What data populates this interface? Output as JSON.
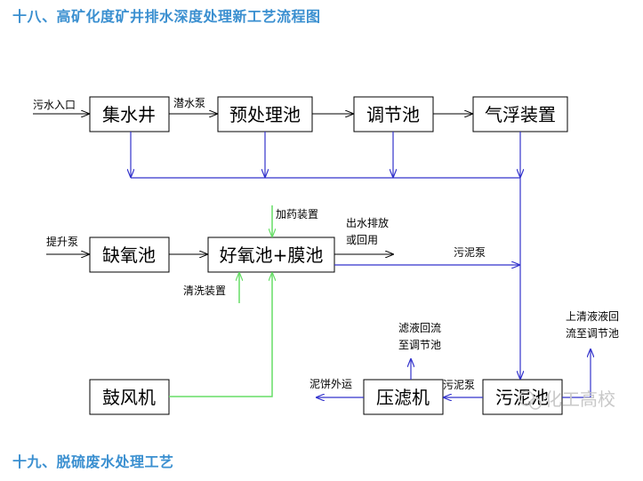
{
  "headings": {
    "section18": "十八、高矿化度矿井排水深度处理新工艺流程图",
    "section19": "十九、脱硫废水处理工艺"
  },
  "boxes": {
    "collect_well": "集水井",
    "pretreat_tank": "预处理池",
    "adjust_tank": "调节池",
    "flotation": "气浮装置",
    "anoxic_tank": "缺氧池",
    "aerobic_membrane": "好氧池+膜池",
    "blower": "鼓风机",
    "filter_press": "压滤机",
    "sludge_tank": "污泥池"
  },
  "labels": {
    "inlet": "污水入口",
    "submersible_pump": "潜水泵",
    "lift_pump": "提升泵",
    "dosing": "加药装置",
    "cleaning": "清洗装置",
    "outlet_line1": "出水排放",
    "outlet_line2": "或回用",
    "sludge_pump_top": "污泥泵",
    "sludge_pump_bottom": "污泥泵",
    "filtrate_line1": "滤液回流",
    "filtrate_line2": "至调节池",
    "supernatant_line1": "上清液液回",
    "supernatant_line2": "流至调节池",
    "cake_out": "泥饼外运"
  },
  "watermark": "化工高校",
  "colors": {
    "heading": "#3a8fd0",
    "blue_line": "#3333cc",
    "green_line": "#66dd66",
    "black_line": "#000000"
  }
}
